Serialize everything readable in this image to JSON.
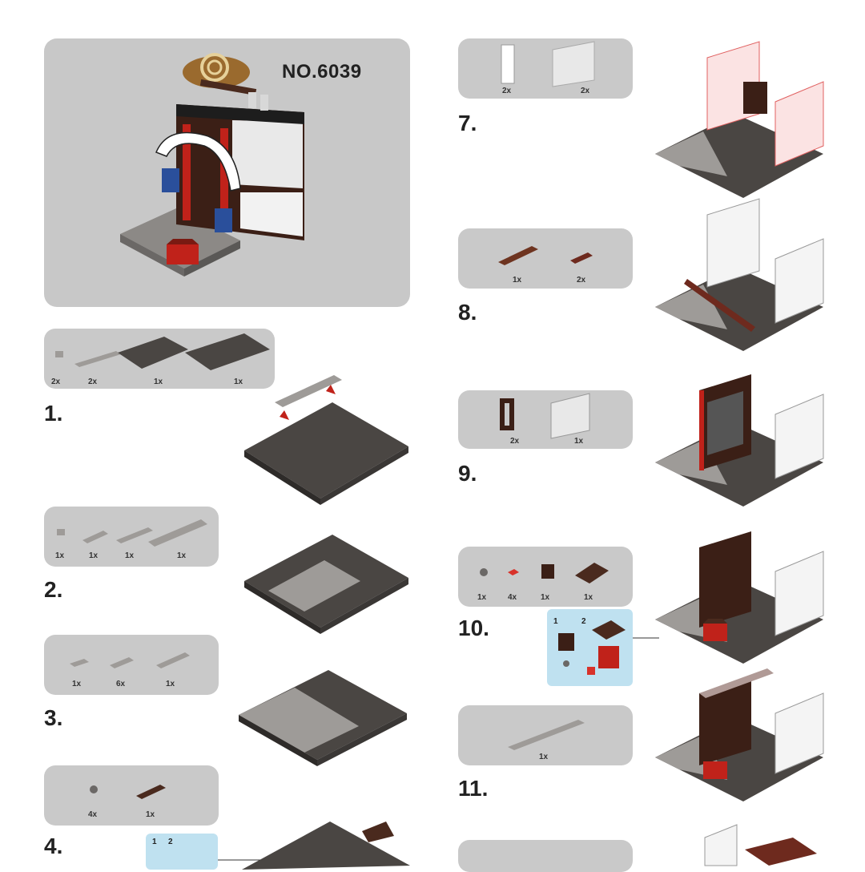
{
  "model_number": "NO.6039",
  "steps": [
    {
      "number": "1.",
      "parts": [
        "2x",
        "2x",
        "1x",
        "1x"
      ]
    },
    {
      "number": "2.",
      "parts": [
        "1x",
        "1x",
        "1x",
        "1x"
      ]
    },
    {
      "number": "3.",
      "parts": [
        "1x",
        "6x",
        "1x"
      ]
    },
    {
      "number": "4.",
      "parts": [
        "4x",
        "1x"
      ],
      "substeps": [
        "1",
        "2"
      ]
    },
    {
      "number": "7.",
      "parts": [
        "2x",
        "2x"
      ]
    },
    {
      "number": "8.",
      "parts": [
        "1x",
        "2x"
      ]
    },
    {
      "number": "9.",
      "parts": [
        "2x",
        "1x"
      ]
    },
    {
      "number": "10.",
      "parts": [
        "1x",
        "4x",
        "1x",
        "1x"
      ],
      "substeps": [
        "1",
        "2"
      ]
    },
    {
      "number": "11.",
      "parts": [
        "1x"
      ]
    }
  ],
  "colors": {
    "panel": "#c9c9c9",
    "plate_dark": "#4a4643",
    "plate_light": "#9e9b98",
    "brown": "#4a2a1e",
    "red": "#c0221a",
    "callout": "#bfe1f0"
  }
}
